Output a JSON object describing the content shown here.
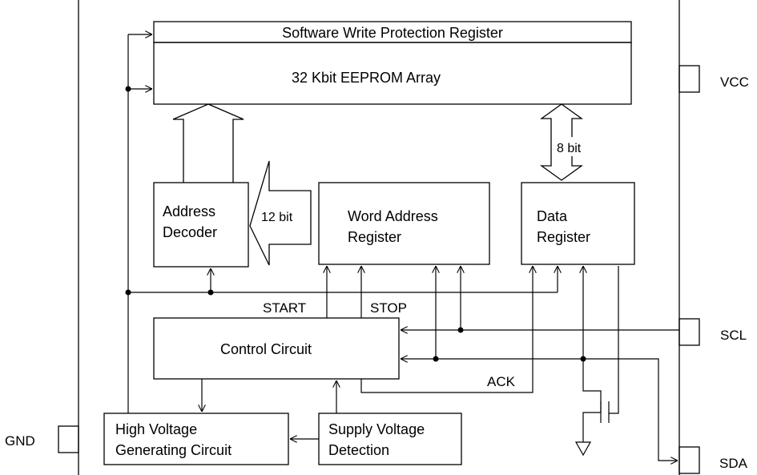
{
  "blocks": {
    "swp_register": "Software Write Protection Register",
    "eeprom_array": "32 Kbit EEPROM Array",
    "address_decoder": [
      "Address",
      "Decoder"
    ],
    "word_address_register": [
      "Word Address",
      "Register"
    ],
    "data_register": [
      "Data",
      "Register"
    ],
    "control_circuit": "Control Circuit",
    "high_voltage": [
      "High Voltage",
      "Generating Circuit"
    ],
    "supply_voltage": [
      "Supply Voltage",
      "Detection"
    ]
  },
  "bus_labels": {
    "addr_bus": "12 bit",
    "data_bus": "8 bit"
  },
  "signal_labels": {
    "start": "START",
    "stop": "STOP",
    "ack": "ACK"
  },
  "pins": {
    "vcc": "VCC",
    "scl": "SCL",
    "sda": "SDA",
    "gnd": "GND"
  }
}
